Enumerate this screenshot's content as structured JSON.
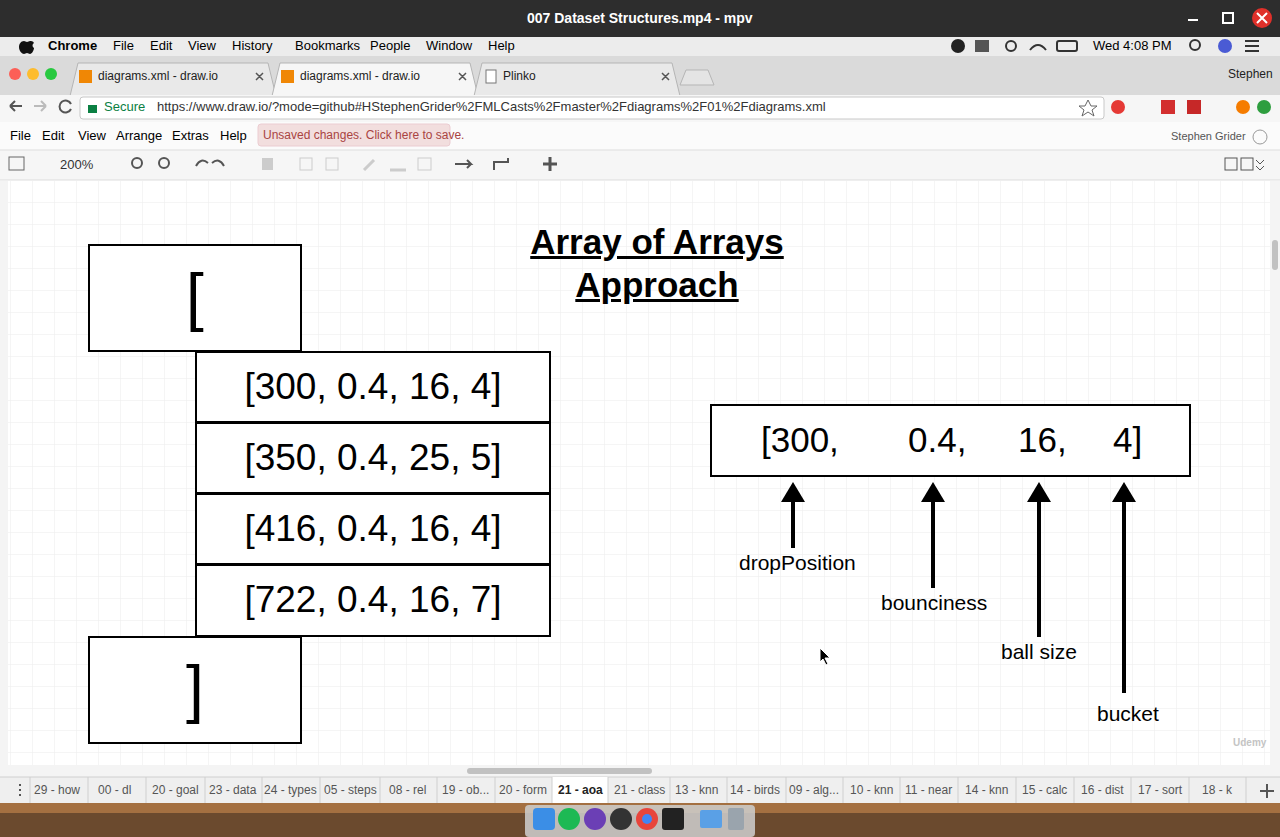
{
  "diagram": {
    "title": "Array of Arrays Approach",
    "nodes": [
      {
        "text": [
          "["
        ]
      },
      {
        "text": [
          "[300, 0.4, 16, 4]"
        ]
      },
      {
        "text": [
          "[350, 0.4, 25, 5]"
        ]
      },
      {
        "text": [
          "[416, 0.4, 16, 4]"
        ]
      },
      {
        "text": [
          "[722, 0.4, 16, 7]"
        ]
      },
      {
        "text": [
          "]"
        ]
      },
      {
        "text": [
          "[300,",
          "0.4,",
          "16,",
          "4]"
        ]
      }
    ],
    "labels": [
      "007 Dataset Structures.mp4 - mpv",
      "Chrome",
      "File",
      "Edit",
      "View",
      "History",
      "Bookmarks",
      "People",
      "Window",
      "Help",
      "Wed 4:08 PM",
      "diagrams.xml - draw.io",
      "diagrams.xml - draw.io",
      "Plinko",
      "Stephen",
      "Secure",
      "https://www.draw.io/?mode=github#HStephenGrider%2FMLCasts%2Fmaster%2Fdiagrams%2F01%2Fdiagrams.xml",
      "File",
      "Edit",
      "View",
      "Arrange",
      "Extras",
      "Help",
      "Unsaved changes. Click here to save.",
      "Stephen Grider",
      "200%",
      "29 - how",
      "00 - dl",
      "20 - goal",
      "23 - data",
      "24 - types",
      "05 - steps",
      "08 - rel",
      "19 - ob...",
      "20 - form",
      "21 - aoa",
      "21 - class",
      "13 - knn",
      "14 - birds",
      "09 - alg...",
      "10 - knn",
      "11 - near",
      "14 - knn",
      "15 - calc",
      "16 - dist",
      "17 - sort",
      "18 - k",
      "dropPosition",
      "bounciness",
      "ball size",
      "bucket",
      "Udemy"
    ]
  }
}
